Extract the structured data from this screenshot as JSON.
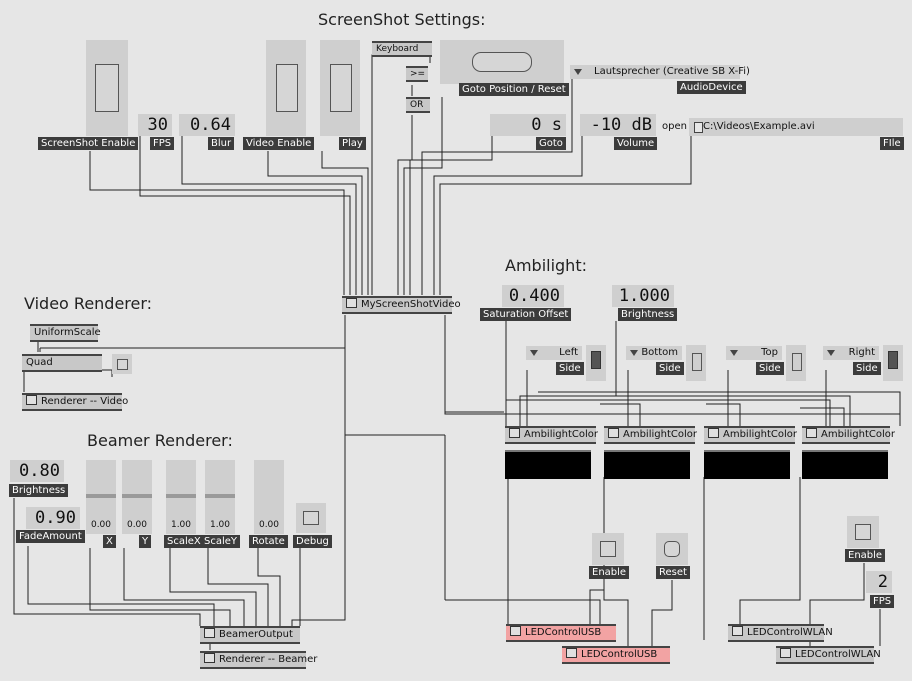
{
  "headings": {
    "screenshot_settings": "ScreenShot Settings:",
    "ambilight": "Ambilight:",
    "video_renderer": "Video Renderer:",
    "beamer_renderer": "Beamer Renderer:"
  },
  "screenshot": {
    "screenshot_enable_label": "ScreenShot Enable",
    "fps_value": "30",
    "fps_label": "FPS",
    "blur_value": "0.64",
    "blur_label": "Blur",
    "video_enable_label": "Video Enable",
    "play_label": "Play",
    "keyboard_label": "Keyboard",
    "ge_label": ">=",
    "or_label": "OR",
    "goto_position_label": "Goto Position / Reset",
    "audio_device_value": "Lautsprecher (Creative SB X-Fi)",
    "audio_device_label": "AudioDevice",
    "goto_value": "0 s",
    "goto_label": "Goto",
    "volume_value": "-10 dB",
    "volume_label": "Volume",
    "open_text": "open",
    "file_value": "C:\\Videos\\Example.avi",
    "file_label": "FIle",
    "node_label": "MyScreenShotVideo"
  },
  "ambilight": {
    "saturation_offset_value": "0.400",
    "saturation_offset_label": "Saturation Offset",
    "brightness_value": "1.000",
    "brightness_label": "Brightness",
    "sides": [
      {
        "value": "Left",
        "label": "Side"
      },
      {
        "value": "Bottom",
        "label": "Side"
      },
      {
        "value": "Top",
        "label": "Side"
      },
      {
        "value": "Right",
        "label": "Side"
      }
    ],
    "color_node_label": "AmbilightColor"
  },
  "video_renderer": {
    "uniform_scale": "UniformScale",
    "quad": "Quad",
    "renderer": "Renderer -- Video"
  },
  "beamer": {
    "brightness_value": "0.80",
    "brightness_label": "Brightness",
    "fade_value": "0.90",
    "fade_label": "FadeAmount",
    "x_value": "0.00",
    "x_label": "X",
    "y_value": "0.00",
    "y_label": "Y",
    "scalex_value": "1.00",
    "scalex_label": "ScaleX",
    "scaley_value": "1.00",
    "scaley_label": "ScaleY",
    "rotate_value": "0.00",
    "rotate_label": "Rotate",
    "debug_label": "Debug",
    "output_node": "BeamerOutput",
    "renderer_node": "Renderer -- Beamer"
  },
  "led": {
    "enable_label": "Enable",
    "reset_label": "Reset",
    "usb_node": "LEDControlUSB",
    "wlan_enable_label": "Enable",
    "fps_value": "2",
    "fps_label": "FPS",
    "wlan_node": "LEDControlWLAN"
  },
  "colors": {
    "background": "#e6e6e6",
    "label_bg": "#3c3c3c",
    "node_red": "#f2a3a3",
    "wire": "#222222"
  }
}
